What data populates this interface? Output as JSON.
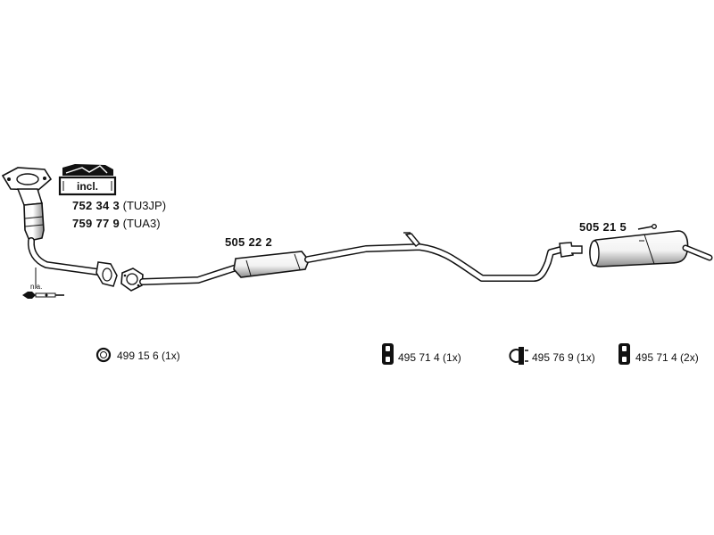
{
  "catalytic_converter": {
    "incl_label": "incl.",
    "na_label": "n.a.",
    "variants": [
      {
        "part_number": "752 34 3",
        "engine": "(TU3JP)"
      },
      {
        "part_number": "759 77 9",
        "engine": "(TUA3)"
      }
    ]
  },
  "middle_silencer": {
    "part_number": "505 22 2"
  },
  "rear_silencer": {
    "part_number": "505 21 5"
  },
  "accessories": [
    {
      "icon": "ring-gasket-icon",
      "label": "499 15 6 (1x)"
    },
    {
      "icon": "rubber-mount-icon",
      "label": "495 71 4 (1x)"
    },
    {
      "icon": "clamp-icon",
      "label": "495 76 9 (1x)"
    },
    {
      "icon": "rubber-mount-icon",
      "label": "495 71 4 (2x)"
    }
  ],
  "colors": {
    "line": "#111111",
    "fill": "#ffffff",
    "shade": "#999999"
  }
}
